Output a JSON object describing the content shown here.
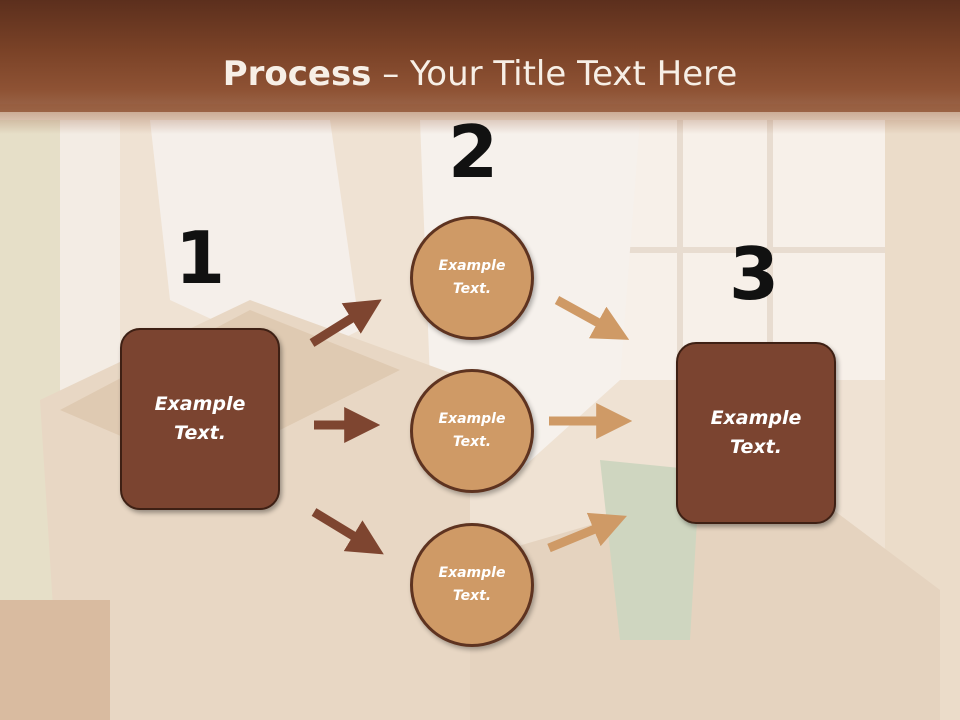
{
  "title": {
    "bold": "Process",
    "rest": " – Your Title Text Here"
  },
  "steps": {
    "one": "1",
    "two": "2",
    "three": "3"
  },
  "left_box": {
    "line1": "Example",
    "line2": "Text."
  },
  "right_box": {
    "line1": "Example",
    "line2": "Text."
  },
  "circles": [
    {
      "line1": "Example",
      "line2": "Text."
    },
    {
      "line1": "Example",
      "line2": "Text."
    },
    {
      "line1": "Example",
      "line2": "Text."
    }
  ],
  "colors": {
    "title_bar": "#7a4227",
    "box_fill": "#7b4430",
    "circle_fill": "#cf9a66",
    "left_arrow": "#7e4530",
    "right_arrow": "#cf9a66"
  }
}
